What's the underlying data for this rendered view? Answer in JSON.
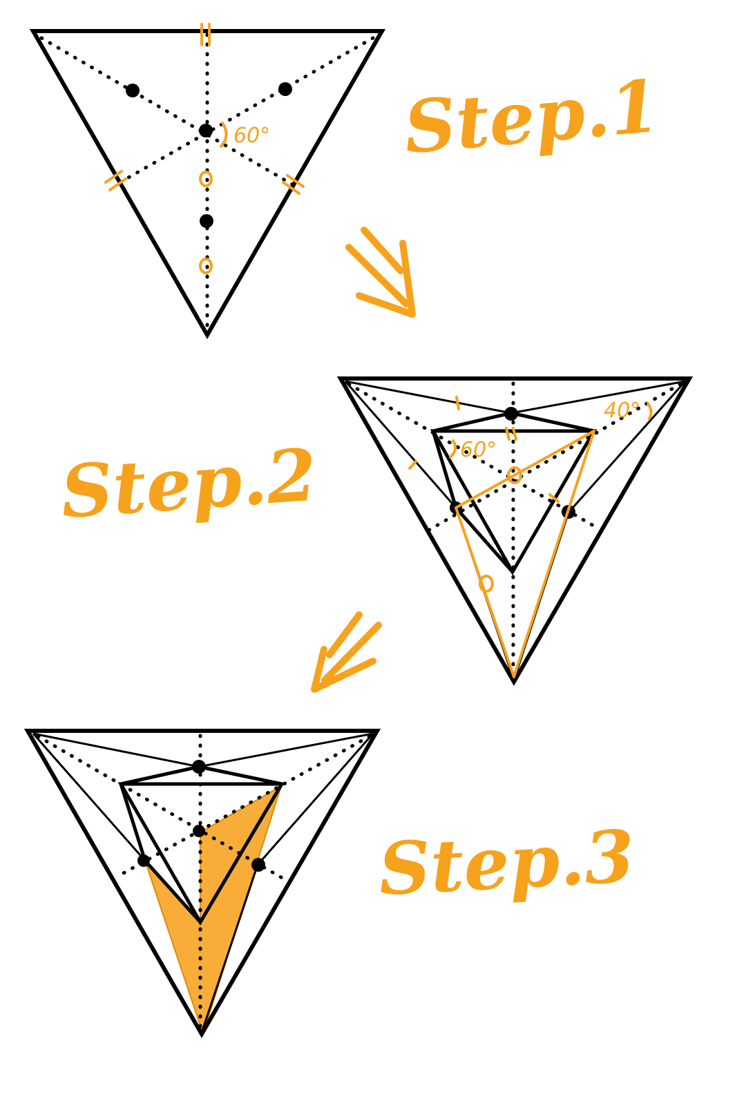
{
  "steps": [
    {
      "label": "Step.1",
      "angle": "60°"
    },
    {
      "label": "Step.2",
      "angles": [
        "60°",
        "40°"
      ]
    },
    {
      "label": "Step.3"
    }
  ],
  "colors": {
    "accent": "#F7A21C",
    "line": "#000000",
    "fill": "#F7A21C"
  },
  "icons": [
    "arrow-down-right-icon",
    "arrow-down-left-icon"
  ]
}
